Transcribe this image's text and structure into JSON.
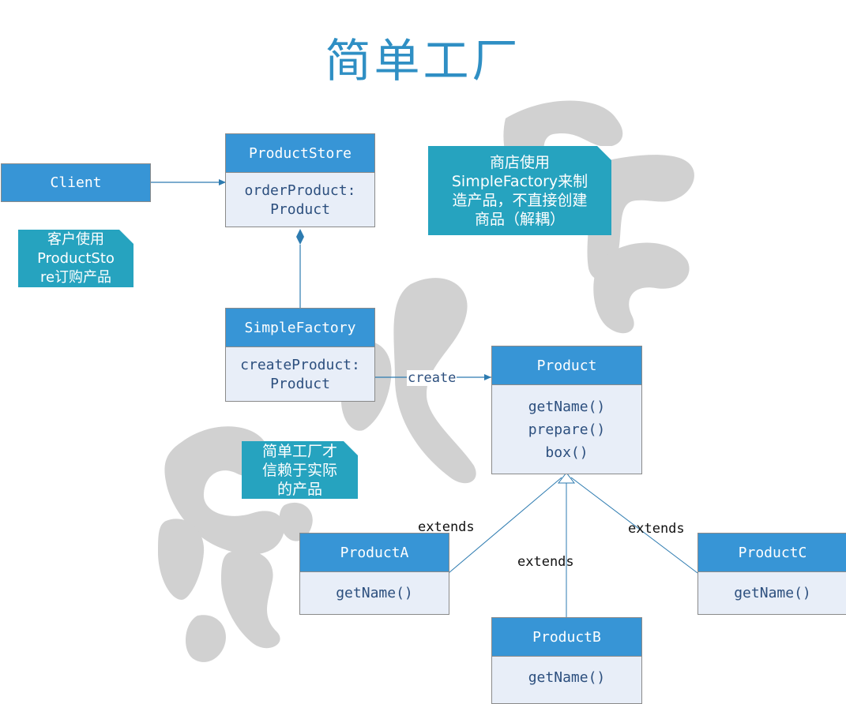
{
  "title": "简单工厂",
  "client": {
    "label": "Client"
  },
  "classes": {
    "product_store": {
      "name": "ProductStore",
      "members": [
        "orderProduct:",
        "Product"
      ]
    },
    "simple_factory": {
      "name": "SimpleFactory",
      "members": [
        "createProduct:",
        "Product"
      ]
    },
    "product": {
      "name": "Product",
      "members": [
        "getName()",
        "prepare()",
        "box()"
      ]
    },
    "product_a": {
      "name": "ProductA",
      "members": [
        "getName()"
      ]
    },
    "product_b": {
      "name": "ProductB",
      "members": [
        "getName()"
      ]
    },
    "product_c": {
      "name": "ProductC",
      "members": [
        "getName()"
      ]
    }
  },
  "notes": {
    "client_note": [
      "客户使用",
      "ProductSto",
      "re订购产品"
    ],
    "store_note": [
      "商店使用",
      "SimpleFactory来制",
      "造产品，不直接创建",
      "商品（解耦）"
    ],
    "factory_note": [
      "简单工厂才",
      "信赖于实际",
      "的产品"
    ]
  },
  "relations": {
    "create_label": "create",
    "extends_a": "extends",
    "extends_b": "extends",
    "extends_c": "extends"
  },
  "colors": {
    "header": "#3795d6",
    "body": "#e8eef8",
    "note": "#26a3bf",
    "title": "#2f8fc4",
    "line": "#2d7bb0",
    "watermark": "#c9c9c9"
  }
}
